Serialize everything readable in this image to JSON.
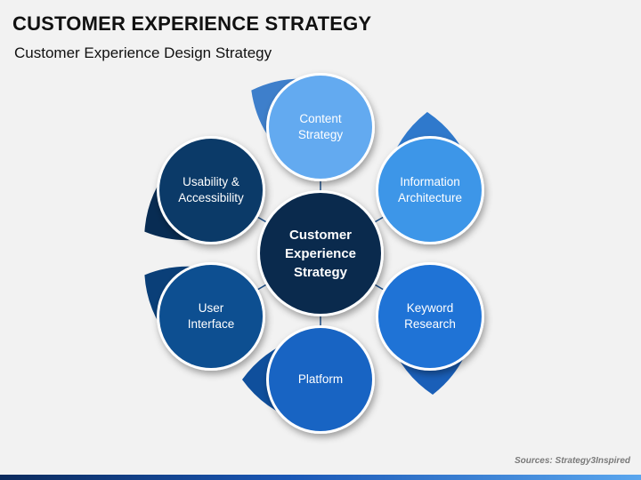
{
  "header": {
    "title": "CUSTOMER EXPERIENCE STRATEGY",
    "subtitle": "Customer Experience Design Strategy"
  },
  "diagram": {
    "center": {
      "label": "Customer\nExperience\nStrategy",
      "color": "#0a2a4d"
    },
    "nodes": [
      {
        "id": "content-strategy",
        "label": "Content\nStrategy",
        "color": "#63aaf0",
        "leaf": "#3e7fcb"
      },
      {
        "id": "information-architecture",
        "label": "Information\nArchitecture",
        "color": "#3d96e8",
        "leaf": "#2f79cc"
      },
      {
        "id": "keyword-research",
        "label": "Keyword\nResearch",
        "color": "#1f73d6",
        "leaf": "#1a5fb8"
      },
      {
        "id": "platform",
        "label": "Platform",
        "color": "#1864c3",
        "leaf": "#0f4f9c"
      },
      {
        "id": "user-interface",
        "label": "User\nInterface",
        "color": "#0d4f91",
        "leaf": "#0a3f78"
      },
      {
        "id": "usability-accessibility",
        "label": "Usability &\nAccessibility",
        "color": "#0b3a68",
        "leaf": "#082c53"
      }
    ]
  },
  "footer": {
    "source": "Sources: Strategy3Inspired"
  }
}
